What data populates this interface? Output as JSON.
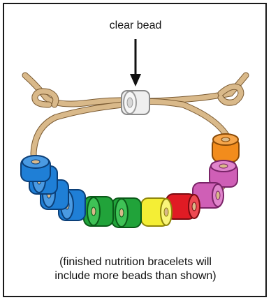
{
  "labels": {
    "top": "clear bead",
    "caption_line1": "(finished nutrition bracelets will",
    "caption_line2": "include more beads than shown)"
  },
  "colors": {
    "cord": "#d9b98a",
    "cord_edge": "#7a5a32",
    "clear_bead": "#e8e8e8"
  },
  "beads": [
    {
      "name": "blue",
      "color": "#1f7fd6",
      "dark": "#0d4f93"
    },
    {
      "name": "green",
      "color": "#21a33a",
      "dark": "#0f6b20"
    },
    {
      "name": "yellow",
      "color": "#f4ee35",
      "dark": "#b0a60e"
    },
    {
      "name": "red",
      "color": "#e01b24",
      "dark": "#8e0c12"
    },
    {
      "name": "pink",
      "color": "#d160b8",
      "dark": "#8a2c76"
    },
    {
      "name": "orange",
      "color": "#f28c1c",
      "dark": "#a85a08"
    }
  ]
}
